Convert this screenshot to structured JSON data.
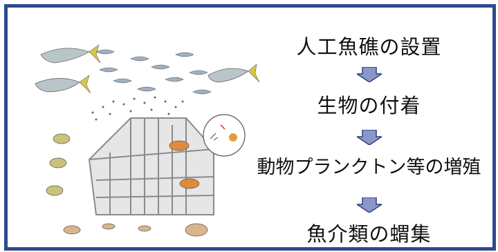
{
  "steps": [
    "人工魚礁の設置",
    "生物の付着",
    "動物プランクトン等の増殖",
    "魚介類の蝟集"
  ],
  "colors": {
    "border": "#2e4a8e",
    "arrow_fill": "#8b97c9",
    "arrow_stroke": "#2e3f80"
  }
}
